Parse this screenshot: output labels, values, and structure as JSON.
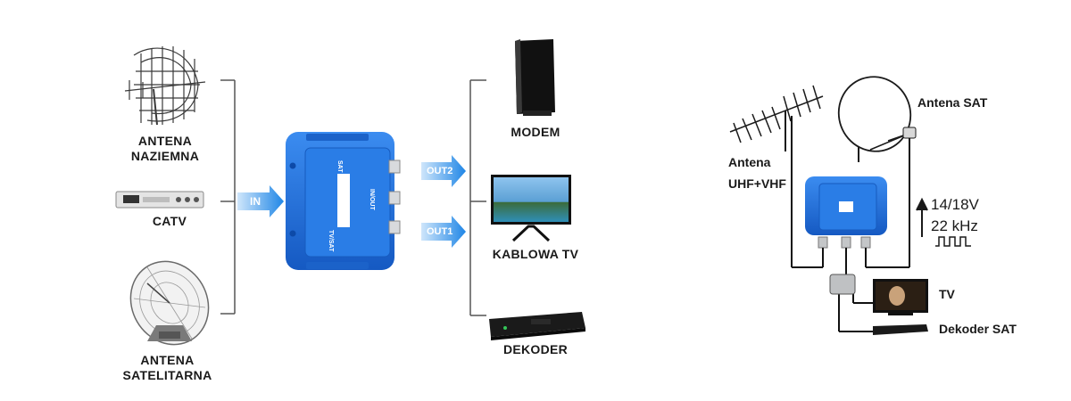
{
  "left_panel": {
    "sources": [
      {
        "line1": "ANTENA",
        "line2": "NAZIEMNA"
      },
      {
        "line1": "CATV",
        "line2": ""
      },
      {
        "line1": "ANTENA",
        "line2": "SATELITARNA"
      }
    ],
    "input_arrow": "IN",
    "device_labels": {
      "sat": "SAT",
      "inout": "IN/OUT",
      "tvsat": "TV/SAT"
    },
    "output_arrows": [
      "OUT2",
      "OUT1"
    ],
    "outputs": [
      "MODEM",
      "KABLOWA TV",
      "DEKODER"
    ]
  },
  "right_panel": {
    "antenna_terrestrial": {
      "line1": "Antena",
      "line2": "UHF+VHF"
    },
    "antenna_sat": "Antena SAT",
    "signal": {
      "voltage": "14/18V",
      "frequency": "22 kHz"
    },
    "devices": [
      "TV",
      "Dekoder SAT"
    ]
  },
  "colors": {
    "device_blue": "#1e6fd9",
    "arrow_blue": "#2a8be0",
    "line_gray": "#555555"
  }
}
